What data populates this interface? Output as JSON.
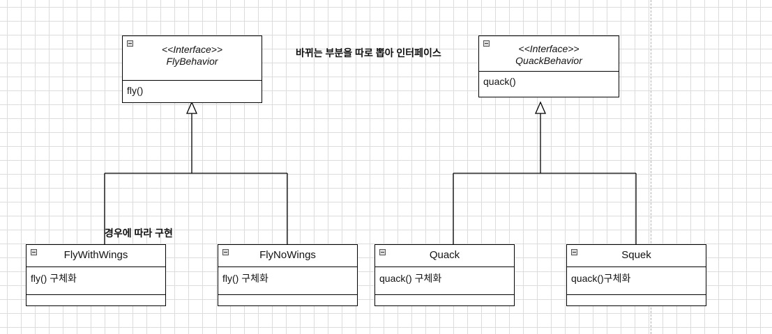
{
  "interfaces": {
    "fly": {
      "stereotype": "<<Interface>>",
      "name": "FlyBehavior",
      "method": "fly()"
    },
    "quack": {
      "stereotype": "<<Interface>>",
      "name": "QuackBehavior",
      "method": "quack()"
    }
  },
  "classes": {
    "fly_with_wings": {
      "name": "FlyWithWings",
      "method": "fly() 구체화"
    },
    "fly_no_wings": {
      "name": "FlyNoWings",
      "method": "fly() 구체화"
    },
    "quack": {
      "name": "Quack",
      "method": "quack() 구체화"
    },
    "squek": {
      "name": "Squek",
      "method": "quack()구체화"
    }
  },
  "notes": {
    "interface_note": "바뀌는 부분을 따로 뽑아 인터페이스",
    "impl_note": "경우에 따라 구현"
  }
}
